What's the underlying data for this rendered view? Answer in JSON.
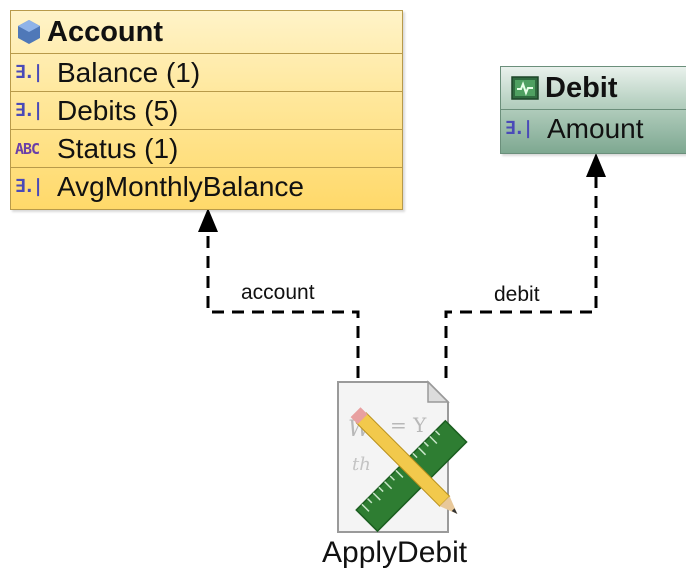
{
  "account": {
    "title": "Account",
    "icon": "hexagon-entity-icon",
    "fields": [
      {
        "icon": "integer-field-icon",
        "glyph": "∃.∣",
        "label": "Balance (1)"
      },
      {
        "icon": "integer-field-icon",
        "glyph": "∃.∣",
        "label": "Debits (5)"
      },
      {
        "icon": "text-field-icon",
        "glyph": "ABC",
        "label": "Status (1)"
      },
      {
        "icon": "integer-field-icon",
        "glyph": "∃.∣",
        "label": "AvgMonthlyBalance"
      }
    ]
  },
  "debit": {
    "title": "Debit",
    "icon": "event-entity-icon",
    "fields": [
      {
        "icon": "integer-field-icon",
        "glyph": "∃.∣",
        "label": "Amount"
      }
    ]
  },
  "links": {
    "account_label": "account",
    "debit_label": "debit"
  },
  "rule": {
    "name": "ApplyDebit",
    "icon": "rule-document-ruler-pencil-icon"
  },
  "colors": {
    "account_fill": "#ffe79a",
    "debit_fill": "#9fbfad",
    "line": "#000000",
    "ruler": "#2e7d32",
    "pencil": "#f2c94c"
  }
}
